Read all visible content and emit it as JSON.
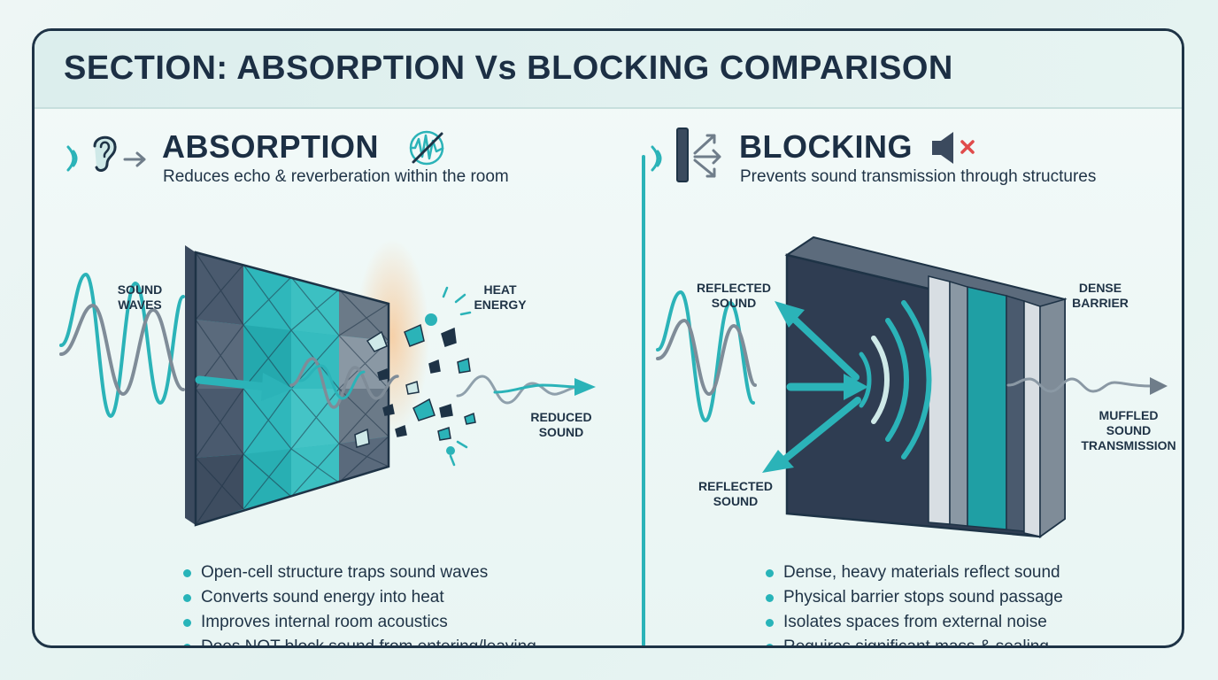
{
  "title": "SECTION: ABSORPTION Vs BLOCKING COMPARISON",
  "colors": {
    "teal": "#2bb3b8",
    "navy": "#1e3346",
    "slate": "#3b4a5e",
    "gray": "#7f8c98"
  },
  "absorption": {
    "title": "ABSORPTION",
    "subtitle": "Reduces echo & reverberation within the room",
    "icons": [
      "sound-waves-icon",
      "ear-icon",
      "arrow-right-icon",
      "waveform-slash-icon"
    ],
    "labels": {
      "sound_waves": "SOUND\nWAVES",
      "heat_energy": "HEAT\nENERGY",
      "reduced_sound": "REDUCED\nSOUND"
    },
    "bullets": [
      "Open-cell structure traps sound waves",
      "Converts sound energy into heat",
      "Improves internal room acoustics",
      "Does NOT block sound from entering/leaving"
    ]
  },
  "blocking": {
    "title": "BLOCKING",
    "subtitle": "Prevents sound transmission through structures",
    "icons": [
      "sound-waves-icon",
      "wall-reflect-icon",
      "speaker-muted-icon"
    ],
    "labels": {
      "reflected_top": "REFLECTED\nSOUND",
      "reflected_bottom": "REFLECTED\nSOUND",
      "dense_barrier": "DENSE\nBARRIER",
      "muffled": "MUFFLED\nSOUND\nTRANSMISSION"
    },
    "bullets": [
      "Dense, heavy materials reflect sound",
      "Physical barrier stops sound passage",
      "Isolates spaces from external noise",
      "Requires significant mass & sealing"
    ]
  }
}
